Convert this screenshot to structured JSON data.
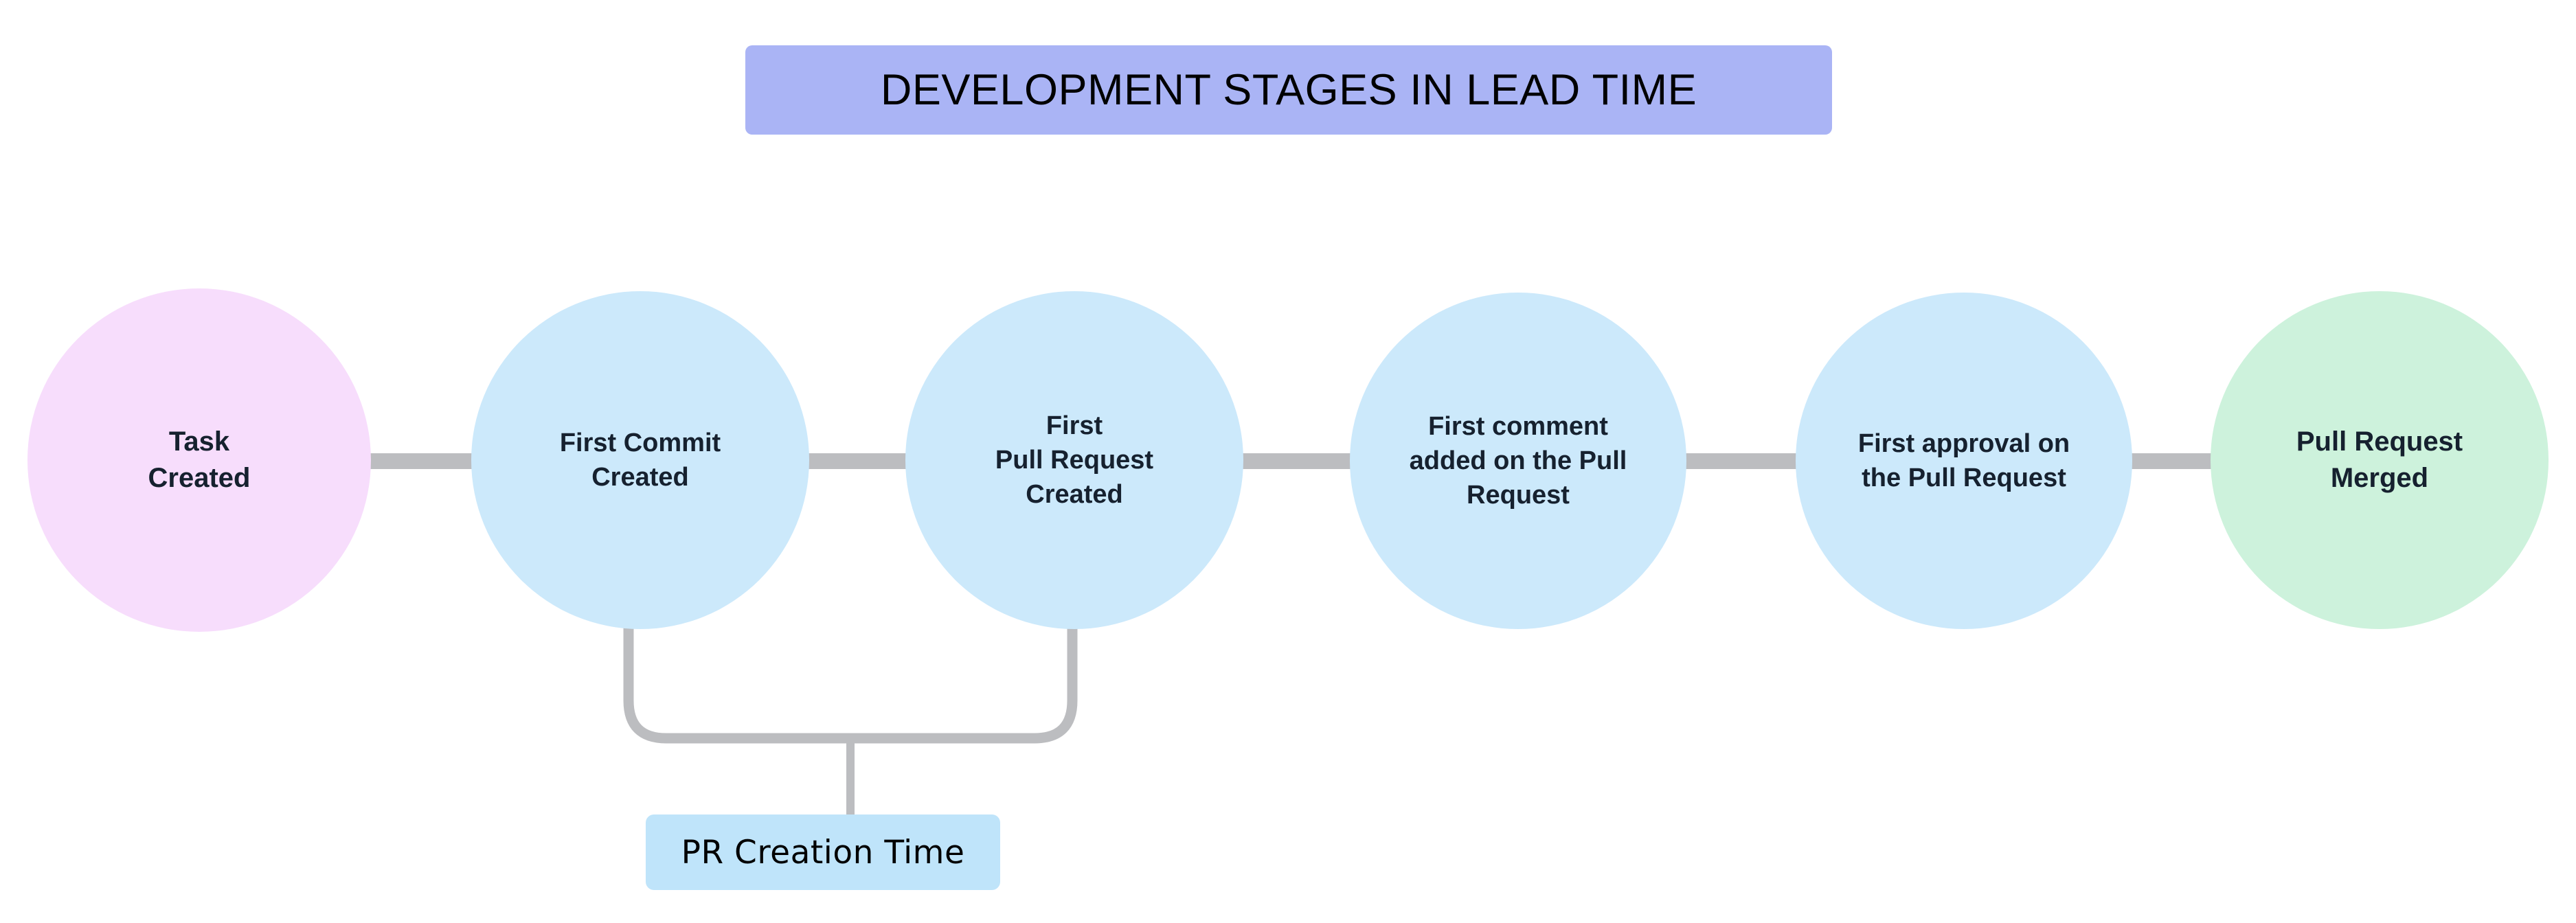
{
  "diagram": {
    "title": "DEVELOPMENT STAGES IN LEAD TIME",
    "title_bg": "#aab4f5",
    "title_color": "#000000",
    "background": "#ffffff",
    "connector_color": "#bcbdc0"
  },
  "stages": [
    {
      "id": "task-created",
      "label": "Task\nCreated",
      "fill": "#f7ddfc",
      "text_color": "#16212f"
    },
    {
      "id": "first-commit-created",
      "label": "First Commit\nCreated",
      "fill": "#cce9fb",
      "text_color": "#16212f"
    },
    {
      "id": "first-pull-request-created",
      "label": "First\nPull Request\nCreated",
      "fill": "#cce9fb",
      "text_color": "#16212f"
    },
    {
      "id": "first-comment-on-pull-request",
      "label": "First comment\nadded on the Pull\nRequest",
      "fill": "#cce9fb",
      "text_color": "#16212f"
    },
    {
      "id": "first-approval-on-pull-request",
      "label": "First approval on\nthe Pull Request",
      "fill": "#cce9fb",
      "text_color": "#16212f"
    },
    {
      "id": "pull-request-merged",
      "label": "Pull Request\nMerged",
      "fill": "#cdf2dc",
      "text_color": "#16212f"
    }
  ],
  "annotation": {
    "label": "PR Creation Time",
    "fill": "#bfe4fa",
    "text_color": "#000000",
    "spans_from": "First Commit Created",
    "spans_to": "First Pull Request Created"
  }
}
